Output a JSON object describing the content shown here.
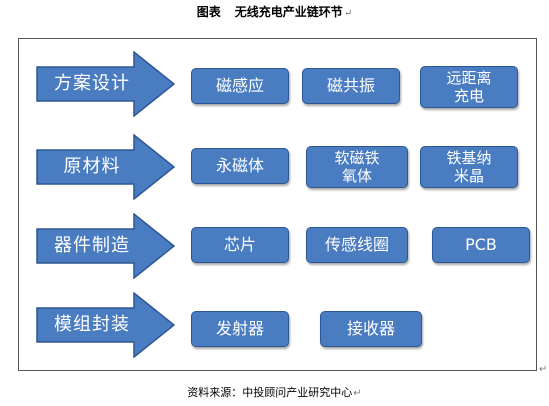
{
  "title": {
    "label": "图表",
    "text": "无线充电产业链环节"
  },
  "paragraph_mark": "↵",
  "colors": {
    "arrow_fill": "#4a7cc1",
    "arrow_stroke": "#2d5794",
    "box_fill": "#4a7cc1",
    "text_on_shape": "#ffffff"
  },
  "rows": [
    {
      "stage": "方案设计",
      "items": [
        "磁感应",
        "磁共振",
        "远距离充电"
      ]
    },
    {
      "stage": "原材料",
      "items": [
        "永磁体",
        "软磁铁氧体",
        "铁基纳米晶"
      ]
    },
    {
      "stage": "器件制造",
      "items": [
        "芯片",
        "传感线圈",
        "PCB"
      ]
    },
    {
      "stage": "模组封装",
      "items": [
        "发射器",
        "接收器"
      ]
    }
  ],
  "source": "资料来源：中投顾问产业研究中心"
}
